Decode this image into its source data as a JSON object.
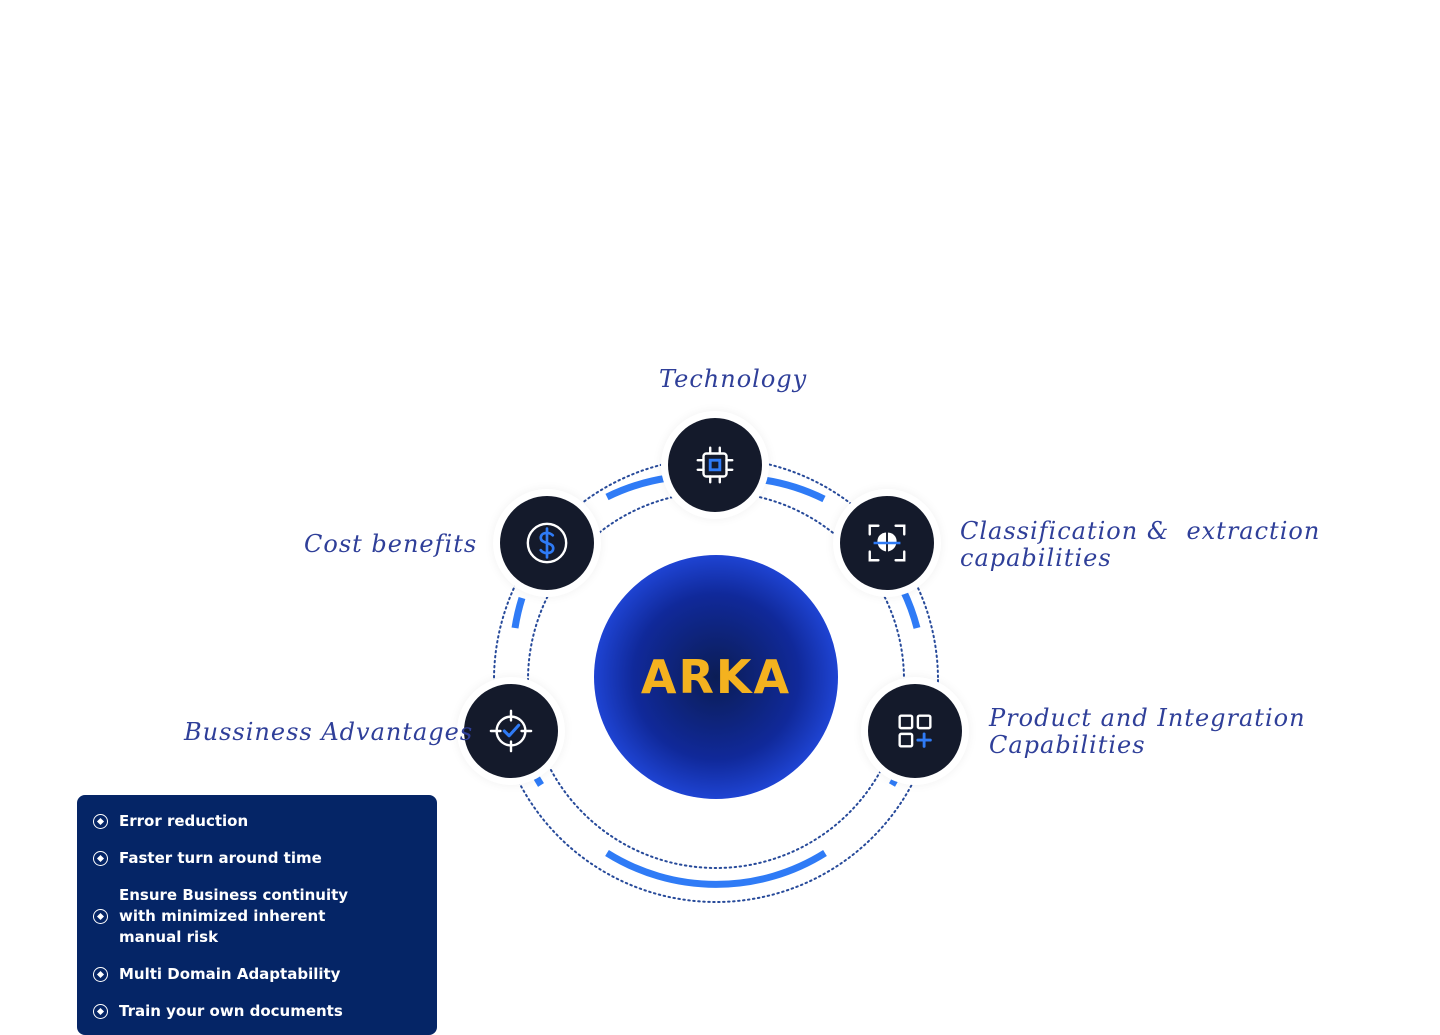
{
  "center": {
    "logo_text": "ARKA"
  },
  "nodes": {
    "technology": {
      "label": "Technology",
      "icon": "chip-icon"
    },
    "classification": {
      "label_line1": "Classification &  extraction",
      "label_line2": "capabilities",
      "icon": "scan-brain-icon"
    },
    "product": {
      "label_line1": "Product and Integration",
      "label_line2": "Capabilities",
      "icon": "apps-add-icon"
    },
    "cost": {
      "label": "Cost benefits",
      "icon": "dollar-icon"
    },
    "business": {
      "label": "Bussiness Advantages",
      "icon": "target-check-icon"
    }
  },
  "advantages": [
    "Error reduction",
    "Faster turn around time",
    "Ensure Business continuity with minimized inherent manual risk",
    "Multi Domain Adaptability",
    "Train your own documents"
  ],
  "colors": {
    "label_text": "#2f3f99",
    "node_fill": "#141a2b",
    "accent_blue": "#2f7bf6",
    "ring_dots": "#274a9a",
    "panel_bg": "#052566",
    "logo": "#f4b21f"
  }
}
